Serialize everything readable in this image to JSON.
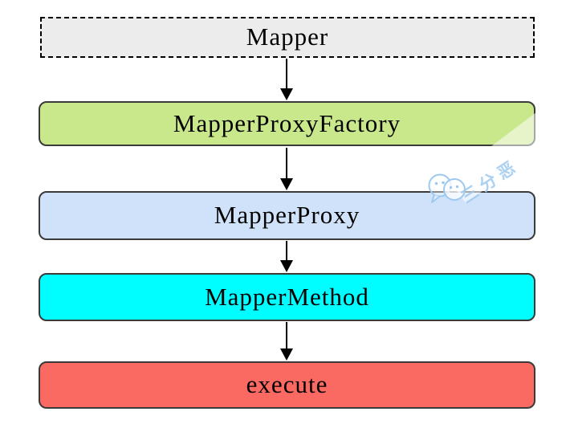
{
  "diagram": {
    "type": "flowchart",
    "direction": "top-down",
    "nodes": [
      {
        "id": "mapper",
        "label": "Mapper",
        "fill": "#ececec",
        "border_style": "dashed"
      },
      {
        "id": "mapper-proxy-factory",
        "label": "MapperProxyFactory",
        "fill": "#c9e78b",
        "border_style": "solid"
      },
      {
        "id": "mapper-proxy",
        "label": "MapperProxy",
        "fill": "#cfe2fa",
        "border_style": "solid"
      },
      {
        "id": "mapper-method",
        "label": "MapperMethod",
        "fill": "#00fdff",
        "border_style": "solid"
      },
      {
        "id": "execute",
        "label": "execute",
        "fill": "#fb6a62",
        "border_style": "solid"
      }
    ],
    "edges": [
      {
        "from": "Mapper",
        "to": "MapperProxyFactory"
      },
      {
        "from": "MapperProxyFactory",
        "to": "MapperProxy"
      },
      {
        "from": "MapperProxy",
        "to": "MapperMethod"
      },
      {
        "from": "MapperMethod",
        "to": "execute"
      }
    ],
    "border_color": "#3a3a3a",
    "arrow_color": "#000000",
    "watermark": {
      "text": "三分恶",
      "icon": "wechat-icon",
      "color": "#9ec9ef"
    }
  }
}
